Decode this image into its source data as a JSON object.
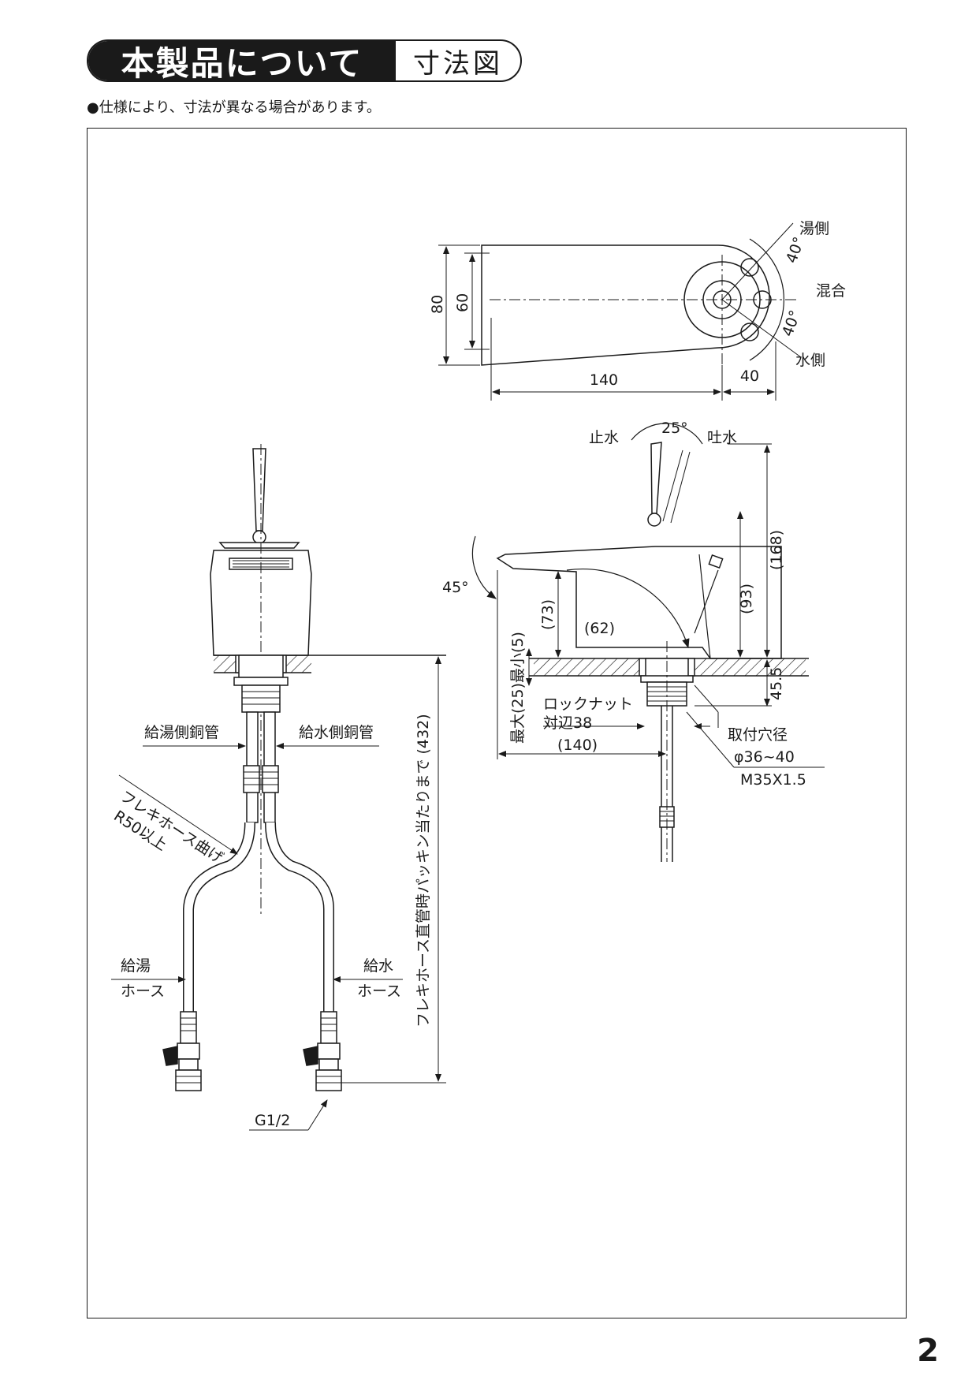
{
  "header": {
    "title": "本製品について",
    "subtitle": "寸法図"
  },
  "note": "●仕様により、寸法が異なる場合があります。",
  "top_view": {
    "dim_80": "80",
    "dim_60": "60",
    "dim_140": "140",
    "dim_40": "40",
    "angle_top": "40°",
    "angle_bottom": "40°",
    "hot_side": "湯側",
    "mixed": "混合",
    "cold_side": "水側"
  },
  "side_view": {
    "stop_water": "止水",
    "angle_lever": "25°",
    "spout": "吐水",
    "angle_spout": "45°",
    "dim_168": "(168)",
    "dim_93": "(93)",
    "dim_73": "(73)",
    "dim_62": "(62)",
    "dim_140": "(140)",
    "dim_455": "45.5",
    "deck_thickness": "最大(25)最小(5)",
    "locknut_1": "ロックナット",
    "locknut_2": "対辺38",
    "hole_label": "取付穴径",
    "hole_dia": "φ36~40",
    "thread": "M35X1.5"
  },
  "front_view": {
    "hot_pipe": "給湯側銅管",
    "cold_pipe": "給水側銅管",
    "flex_bend_1": "フレキホース曲げ",
    "flex_bend_2": "R50以上",
    "hot_hose_1": "給湯",
    "hot_hose_2": "ホース",
    "cold_hose_1": "給水",
    "cold_hose_2": "ホース",
    "length_note": "フレキホース直管時パッキン当たりまで (432)",
    "connector": "G1/2"
  },
  "page_number": "2"
}
